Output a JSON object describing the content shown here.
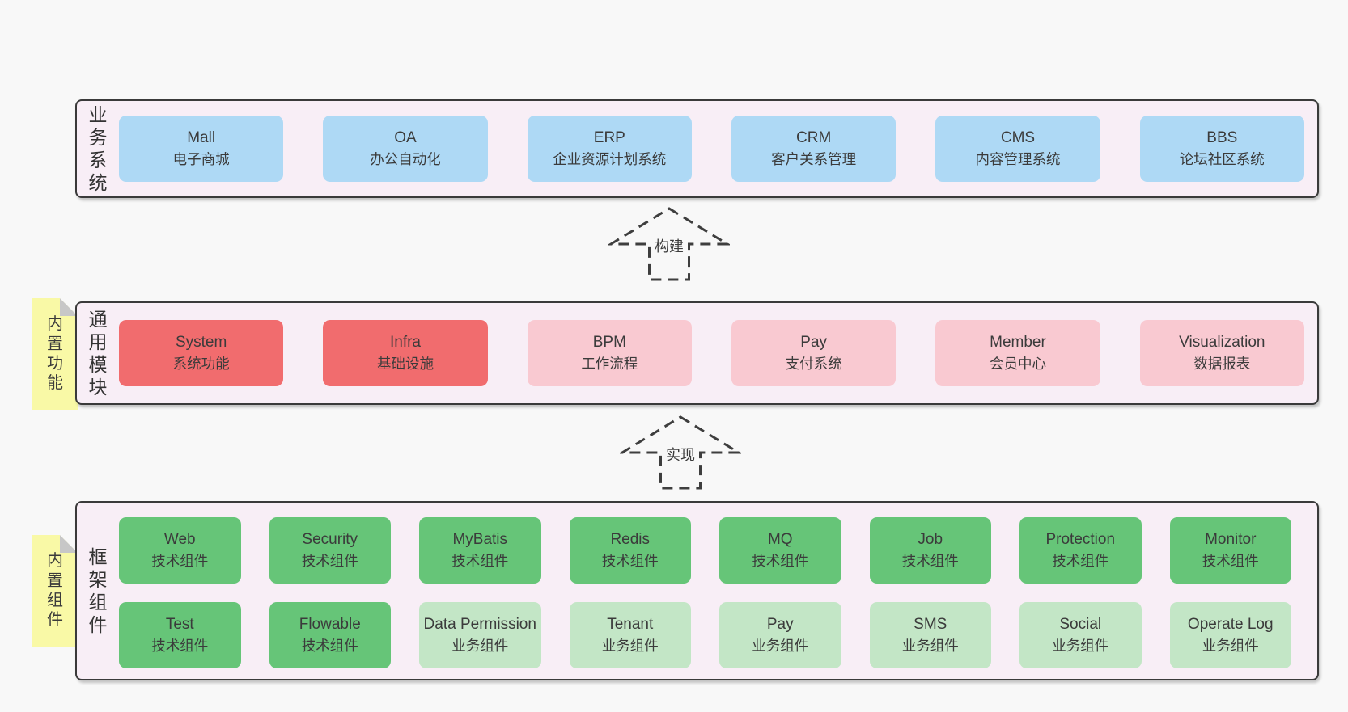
{
  "colors": {
    "page_bg": "#f8f8f8",
    "band_bg": "#f8eef6",
    "line": "#3a3a3a",
    "blue": "#aed9f5",
    "red": "#f16c6e",
    "pink": "#f9c9d1",
    "green": "#66c578",
    "green_light": "#c3e6c6",
    "yellow": "#f9f9a6"
  },
  "bands": [
    {
      "label": "业务系统",
      "boxes": [
        {
          "title": "Mall",
          "subtitle": "电子商城"
        },
        {
          "title": "OA",
          "subtitle": "办公自动化"
        },
        {
          "title": "ERP",
          "subtitle": "企业资源计划系统"
        },
        {
          "title": "CRM",
          "subtitle": "客户关系管理"
        },
        {
          "title": "CMS",
          "subtitle": "内容管理系统"
        },
        {
          "title": "BBS",
          "subtitle": "论坛社区系统"
        }
      ]
    },
    {
      "label": "通用模块",
      "note": "内置功能",
      "boxes": [
        {
          "title": "System",
          "subtitle": "系统功能"
        },
        {
          "title": "Infra",
          "subtitle": "基础设施"
        },
        {
          "title": "BPM",
          "subtitle": "工作流程"
        },
        {
          "title": "Pay",
          "subtitle": "支付系统"
        },
        {
          "title": "Member",
          "subtitle": "会员中心"
        },
        {
          "title": "Visualization",
          "subtitle": "数据报表"
        }
      ]
    },
    {
      "label": "框架组件",
      "note": "内置组件",
      "rows": [
        [
          {
            "title": "Web",
            "subtitle": "技术组件"
          },
          {
            "title": "Security",
            "subtitle": "技术组件"
          },
          {
            "title": "MyBatis",
            "subtitle": "技术组件"
          },
          {
            "title": "Redis",
            "subtitle": "技术组件"
          },
          {
            "title": "MQ",
            "subtitle": "技术组件"
          },
          {
            "title": "Job",
            "subtitle": "技术组件"
          },
          {
            "title": "Protection",
            "subtitle": "技术组件"
          },
          {
            "title": "Monitor",
            "subtitle": "技术组件"
          }
        ],
        [
          {
            "title": "Test",
            "subtitle": "技术组件"
          },
          {
            "title": "Flowable",
            "subtitle": "技术组件"
          },
          {
            "title": "Data Permission",
            "subtitle": "业务组件"
          },
          {
            "title": "Tenant",
            "subtitle": "业务组件"
          },
          {
            "title": "Pay",
            "subtitle": "业务组件"
          },
          {
            "title": "SMS",
            "subtitle": "业务组件"
          },
          {
            "title": "Social",
            "subtitle": "业务组件"
          },
          {
            "title": "Operate Log",
            "subtitle": "业务组件"
          }
        ]
      ]
    }
  ],
  "arrows": [
    {
      "label": "构建"
    },
    {
      "label": "实现"
    }
  ]
}
